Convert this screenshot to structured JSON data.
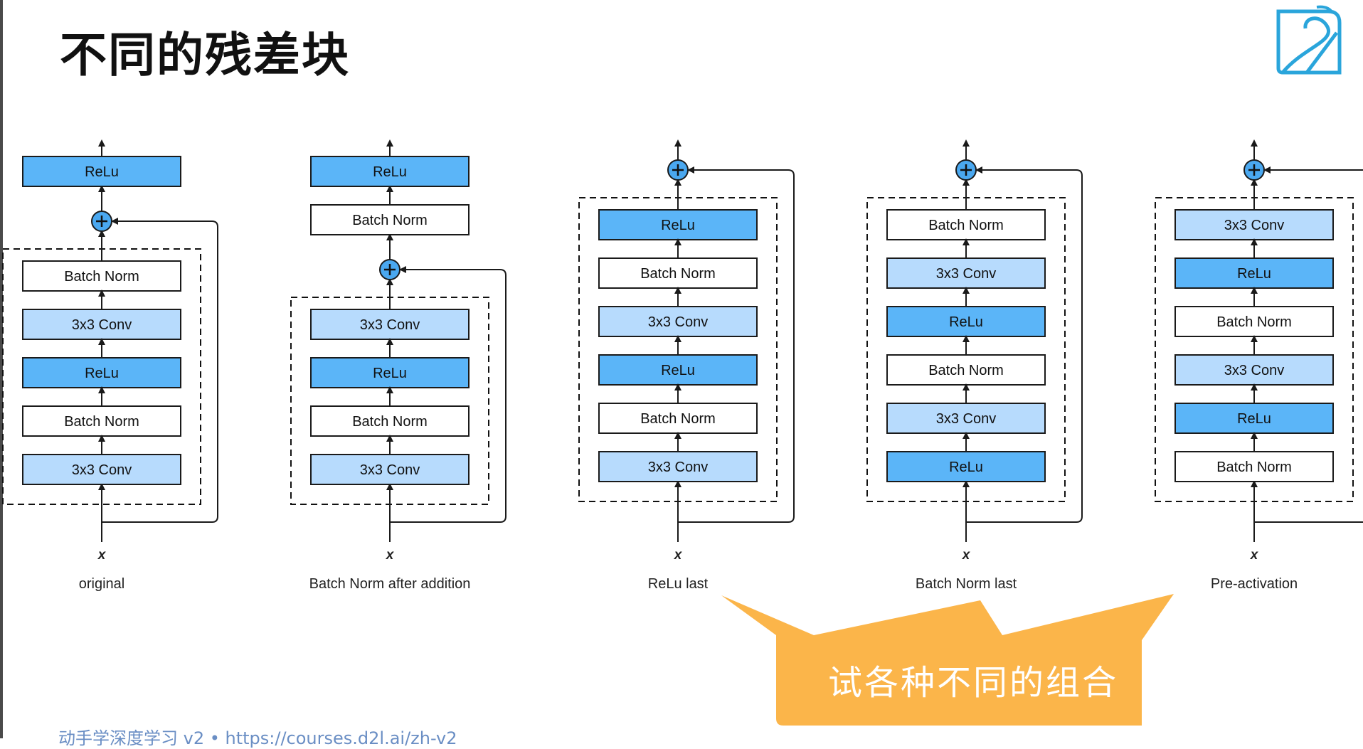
{
  "slide": {
    "title": "不同的残差块",
    "footer": "动手学深度学习 v2 • https://courses.d2l.ai/zh-v2",
    "callout": "试各种不同的组合"
  },
  "colors": {
    "relu_fill": "#5bb5f8",
    "conv_fill": "#b7dbfd",
    "norm_fill": "#ffffff",
    "stroke": "#1a1a1a",
    "plus_fill": "#4aa8f0",
    "callout": "#fbb54a",
    "logo": "#2aa5db",
    "footer_text": "#6a8ec4"
  },
  "blocks": [
    {
      "id": "original",
      "caption": "original",
      "x_label": "x",
      "outer": [
        "ReLu"
      ],
      "inner": [
        "Batch Norm",
        "3x3 Conv",
        "ReLu",
        "Batch Norm",
        "3x3 Conv"
      ]
    },
    {
      "id": "bn-after-addition",
      "caption": "Batch Norm after addition",
      "x_label": "x",
      "outer": [
        "ReLu",
        "Batch Norm"
      ],
      "inner": [
        "3x3 Conv",
        "ReLu",
        "Batch Norm",
        "3x3 Conv"
      ]
    },
    {
      "id": "relu-last",
      "caption": "ReLu last",
      "x_label": "x",
      "outer": [],
      "inner": [
        "ReLu",
        "Batch Norm",
        "3x3 Conv",
        "ReLu",
        "Batch Norm",
        "3x3 Conv"
      ]
    },
    {
      "id": "bn-last",
      "caption": "Batch Norm last",
      "x_label": "x",
      "outer": [],
      "inner": [
        "Batch Norm",
        "3x3 Conv",
        "ReLu",
        "Batch Norm",
        "3x3 Conv",
        "ReLu"
      ]
    },
    {
      "id": "pre-activation",
      "caption": "Pre-activation",
      "x_label": "x",
      "outer": [],
      "inner": [
        "3x3 Conv",
        "ReLu",
        "Batch Norm",
        "3x3 Conv",
        "ReLu",
        "Batch Norm"
      ]
    }
  ]
}
